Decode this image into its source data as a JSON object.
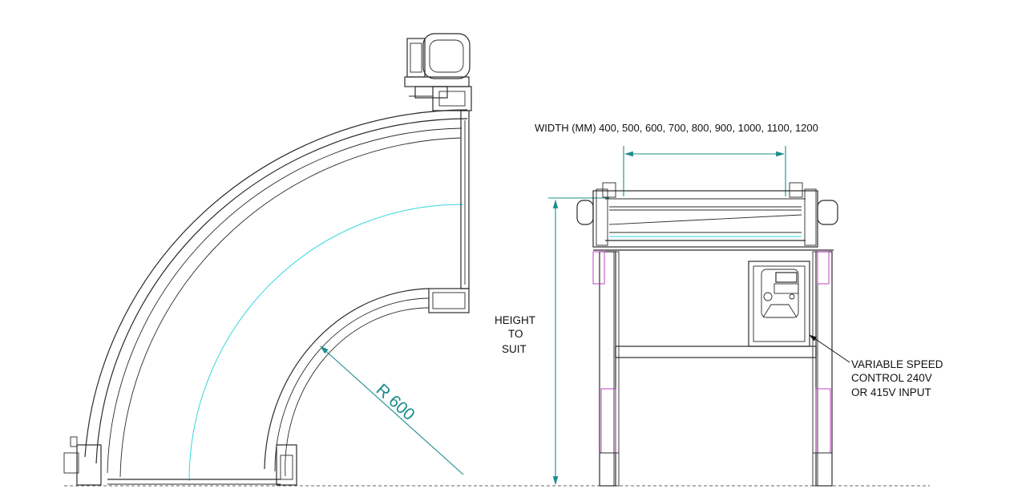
{
  "labels": {
    "width_dimension": "WIDTH (MM) 400, 500, 600, 700, 800, 900, 1000, 1100, 1200",
    "height_line1": "HEIGHT",
    "height_line2": "TO",
    "height_line3": "SUIT",
    "control_line1": "VARIABLE SPEED",
    "control_line2": "CONTROL 240V",
    "control_line3": "OR 415V INPUT",
    "radius": "R 600"
  },
  "colors": {
    "outline": "#2b2b2b",
    "centerline": "#33d6e0",
    "dimension": "#1d8c8c",
    "legs_highlight": "#c040c0"
  }
}
